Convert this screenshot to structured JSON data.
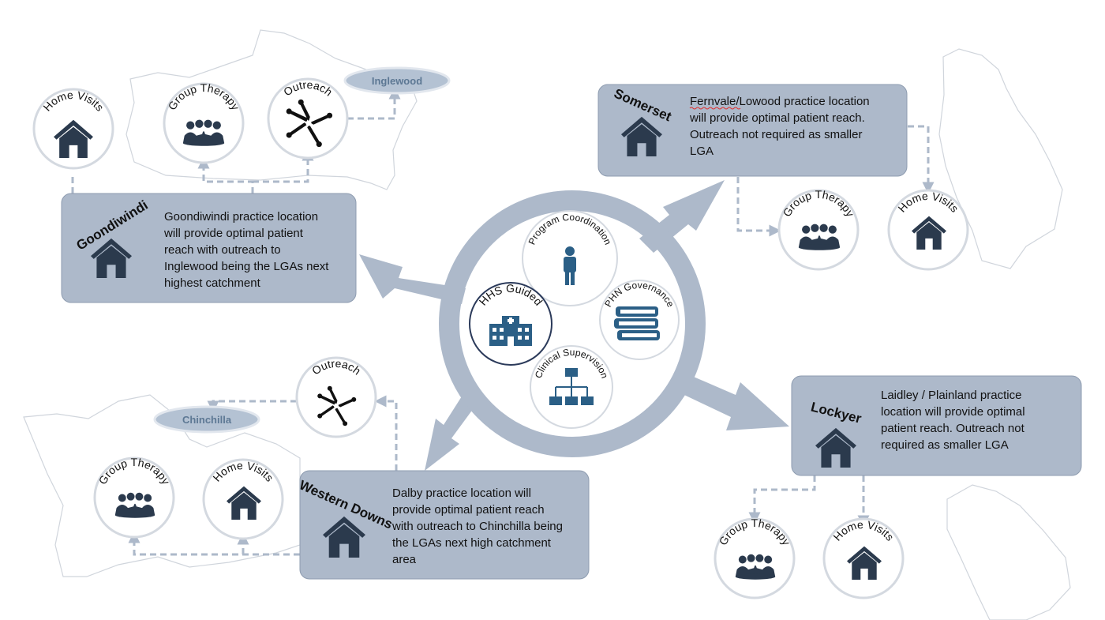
{
  "hub": {
    "program_coordination": "Program Coordination",
    "hhs_guided": "HHS Guided",
    "phn_governance": "PHN Governance",
    "clinical_supervision": "Clinical Supervision"
  },
  "goondiwindi": {
    "title": "Goondiwindi",
    "lines": [
      "Goondiwindi practice location",
      "will provide optimal patient",
      "reach with outreach to",
      "Inglewood being the LGAs next",
      "highest catchment"
    ],
    "home_visits": "Home Visits",
    "group_therapy": "Group Therapy",
    "outreach": "Outreach",
    "place": "Inglewood"
  },
  "somerset": {
    "title": "Somerset",
    "lines": [
      "Fernvale/Lowood practice location",
      "will provide optimal patient reach.",
      "Outreach not required as smaller",
      "LGA"
    ],
    "group_therapy": "Group Therapy",
    "home_visits": "Home Visits"
  },
  "western_downs": {
    "title": "Western Downs",
    "lines": [
      "Dalby practice location will",
      "provide optimal patient reach",
      "with outreach to Chinchilla being",
      "the LGAs next high catchment",
      "area"
    ],
    "group_therapy": "Group Therapy",
    "home_visits": "Home Visits",
    "outreach": "Outreach",
    "place": "Chinchilla"
  },
  "lockyer": {
    "title": "Lockyer",
    "lines": [
      "Laidley / Plainland practice",
      "location will provide optimal",
      "patient reach.  Outreach not",
      "required as smaller LGA"
    ],
    "group_therapy": "Group Therapy",
    "home_visits": "Home Visits"
  },
  "colors": {
    "box_fill": "#adb9ca",
    "arrow_fill": "#adb9ca",
    "dashed": "#adb9ca",
    "house": "#2b3a4d",
    "place_fill": "#b4c2d3"
  }
}
